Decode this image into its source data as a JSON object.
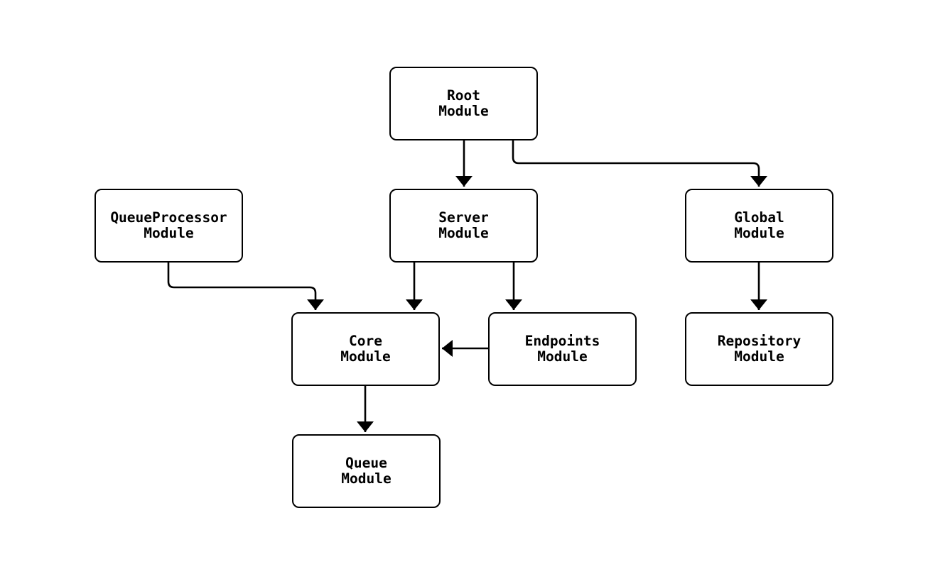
{
  "diagram": {
    "type": "flowchart",
    "direction": "top-down",
    "colors": {
      "background": "#ffffff",
      "node_fill": "#ffffff",
      "node_border": "#000000",
      "edge": "#000000",
      "text": "#000000"
    },
    "nodes": [
      {
        "id": "root",
        "lines": [
          "Root",
          "Module"
        ]
      },
      {
        "id": "server",
        "lines": [
          "Server",
          "Module"
        ]
      },
      {
        "id": "queueprocessor",
        "lines": [
          "QueueProcessor",
          "Module"
        ]
      },
      {
        "id": "global",
        "lines": [
          "Global",
          "Module"
        ]
      },
      {
        "id": "core",
        "lines": [
          "Core",
          "Module"
        ]
      },
      {
        "id": "endpoints",
        "lines": [
          "Endpoints",
          "Module"
        ]
      },
      {
        "id": "repository",
        "lines": [
          "Repository",
          "Module"
        ]
      },
      {
        "id": "queue",
        "lines": [
          "Queue",
          "Module"
        ]
      }
    ],
    "edges": [
      {
        "from": "root",
        "to": "server"
      },
      {
        "from": "root",
        "to": "global"
      },
      {
        "from": "server",
        "to": "core"
      },
      {
        "from": "server",
        "to": "endpoints"
      },
      {
        "from": "queueprocessor",
        "to": "core"
      },
      {
        "from": "endpoints",
        "to": "core"
      },
      {
        "from": "global",
        "to": "repository"
      },
      {
        "from": "core",
        "to": "queue"
      }
    ]
  }
}
